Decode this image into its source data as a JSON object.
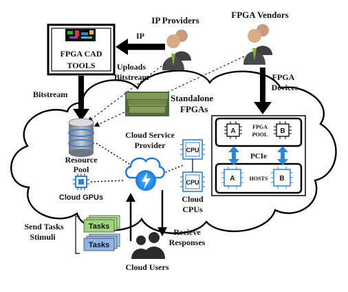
{
  "colors": {
    "arrow": "#000000",
    "blue_arrow": "#2e86d6",
    "cloud_stroke": "#000000",
    "chip_blue": "#2f7fd8",
    "tasks_green": "#9fd67a",
    "tasks_blue": "#8fb4e8"
  },
  "icons": {
    "ip_providers": "people-icon",
    "fpga_vendors": "people-icon",
    "cad_tools": "circuit-board-screenshot-icon",
    "standalone_fpgas": "fpga-boards-photo-icon",
    "resource_pool": "database-icon",
    "cloud_gpus": "gpu-chip-icon",
    "cloud_service": "cloud-lightning-icon",
    "cloud_users": "users-group-icon"
  },
  "labels": {
    "ip_providers": "IP  Providers",
    "fpga_vendors": "FPGA Vendors",
    "ip_arrow": "IP",
    "cad_tools_line1": "FPGA CAD",
    "cad_tools_line2": "TOOLS",
    "uploads_line1": "Uploads",
    "uploads_line2": "Bitstream",
    "bitstream": "Bitstream",
    "fpga_devices_line1": "FPGA",
    "fpga_devices_line2": "Devices",
    "standalone_line1": "Standalone",
    "standalone_line2": "FPGAs",
    "resource_pool_line1": "Resource",
    "resource_pool_line2": "Pool",
    "cloud_gpus": "Cloud GPUs",
    "cloud_service_line1": "Cloud Service",
    "cloud_service_line2": "Provider",
    "cpu1": "CPU",
    "cpu2": "CPU",
    "cloud_cpus_line1": "Cloud",
    "cloud_cpus_line2": "CPUs",
    "fpga_pool_line1": "FPGA",
    "fpga_pool_line2": "POOL",
    "chip_a_top": "A",
    "chip_b_top": "B",
    "pcie": "PCIe",
    "hosts": "HOSTS",
    "chip_a_bottom": "A",
    "chip_b_bottom": "B",
    "send_tasks_line1": "Send Tasks",
    "send_tasks_line2": "Stimuli",
    "tasks1": "Tasks",
    "tasks2": "Tasks",
    "recieve_line1": "Recieve",
    "recieve_line2": "Responses",
    "cloud_users": "Cloud Users"
  }
}
